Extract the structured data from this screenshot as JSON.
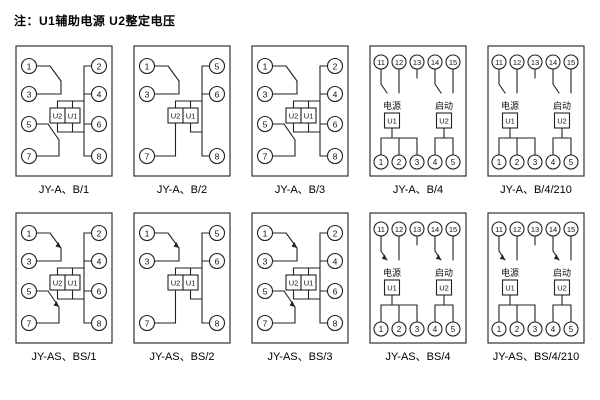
{
  "note": "注：U1辅助电源  U2整定电压",
  "colors": {
    "line": "#222222",
    "background": "#ffffff",
    "text": "#000000"
  },
  "diagrams": [
    {
      "label": "JY-A、B/1",
      "type": "side",
      "left": [
        "1",
        "3",
        "5",
        "7"
      ],
      "right": [
        "2",
        "4",
        "6",
        "8"
      ],
      "u_left": "U2",
      "u_right": "U1",
      "arrows": false
    },
    {
      "label": "JY-A、B/2",
      "type": "side",
      "left": [
        "1",
        "3",
        "7"
      ],
      "right": [
        "5",
        "6",
        "8"
      ],
      "u_left": "U2",
      "u_right": "U1",
      "arrows": false
    },
    {
      "label": "JY-A、B/3",
      "type": "side",
      "left": [
        "1",
        "3",
        "5",
        "7"
      ],
      "right": [
        "2",
        "4",
        "6",
        "8"
      ],
      "u_left": "U2",
      "u_right": "U1",
      "arrows": false
    },
    {
      "label": "JY-A、B/4",
      "type": "topbot",
      "top": [
        "11",
        "12",
        "13",
        "14",
        "15"
      ],
      "bottom": [
        "1",
        "2",
        "3",
        "4",
        "5"
      ],
      "power_label": "电源",
      "start_label": "启动",
      "u_left": "U1",
      "u_right": "U2",
      "arrows": false
    },
    {
      "label": "JY-A、B/4/210",
      "type": "topbot",
      "top": [
        "11",
        "12",
        "13",
        "14",
        "15"
      ],
      "bottom": [
        "1",
        "2",
        "3",
        "4",
        "5"
      ],
      "power_label": "电源",
      "start_label": "启动",
      "u_left": "U1",
      "u_right": "U2",
      "arrows": false
    },
    {
      "label": "JY-AS、BS/1",
      "type": "side",
      "left": [
        "1",
        "3",
        "5",
        "7"
      ],
      "right": [
        "2",
        "4",
        "6",
        "8"
      ],
      "u_left": "U2",
      "u_right": "U1",
      "arrows": true
    },
    {
      "label": "JY-AS、BS/2",
      "type": "side",
      "left": [
        "1",
        "3",
        "7"
      ],
      "right": [
        "5",
        "6",
        "8"
      ],
      "u_left": "U2",
      "u_right": "U1",
      "arrows": true
    },
    {
      "label": "JY-AS、BS/3",
      "type": "side",
      "left": [
        "1",
        "3",
        "5",
        "7"
      ],
      "right": [
        "2",
        "4",
        "6",
        "8"
      ],
      "u_left": "U2",
      "u_right": "U1",
      "arrows": true
    },
    {
      "label": "JY-AS、BS/4",
      "type": "topbot",
      "top": [
        "11",
        "12",
        "13",
        "14",
        "15"
      ],
      "bottom": [
        "1",
        "2",
        "3",
        "4",
        "5"
      ],
      "power_label": "电源",
      "start_label": "启动",
      "u_left": "U1",
      "u_right": "U2",
      "arrows": true
    },
    {
      "label": "JY-AS、BS/4/210",
      "type": "topbot",
      "top": [
        "11",
        "12",
        "13",
        "14",
        "15"
      ],
      "bottom": [
        "1",
        "2",
        "3",
        "4",
        "5"
      ],
      "power_label": "电源",
      "start_label": "启动",
      "u_left": "U1",
      "u_right": "U2",
      "arrows": true
    }
  ]
}
